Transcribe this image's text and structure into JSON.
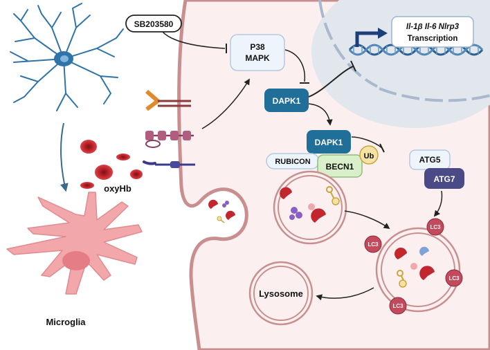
{
  "labels": {
    "inhibitor": "SB203580",
    "p38_line1": "P38",
    "p38_line2": "MAPK",
    "dapk1_top": "DAPK1",
    "dapk1_complex": "DAPK1",
    "ub": "Ub",
    "rubicon": "RUBICON",
    "becn1": "BECN1",
    "atg5": "ATG5",
    "atg7": "ATG7",
    "transcription_genes": "Il-1β Il-6 Nlrp3",
    "transcription_word": "Transcription",
    "oxyhb": "oxyHb",
    "microglia": "Microglia",
    "lysosome": "Lysosome",
    "lc3": "LC3"
  },
  "colors": {
    "cell_fill": "#fbeff0",
    "membrane": "#c98f8f",
    "nucleus_fill": "#e2e7ee",
    "dapk1": "#1f6f99",
    "becn1": "#d8efc9",
    "atg7": "#4a4a86",
    "lc3": "#c24a5c",
    "rbc": "#c1272d",
    "neuron": "#2f74a8"
  }
}
